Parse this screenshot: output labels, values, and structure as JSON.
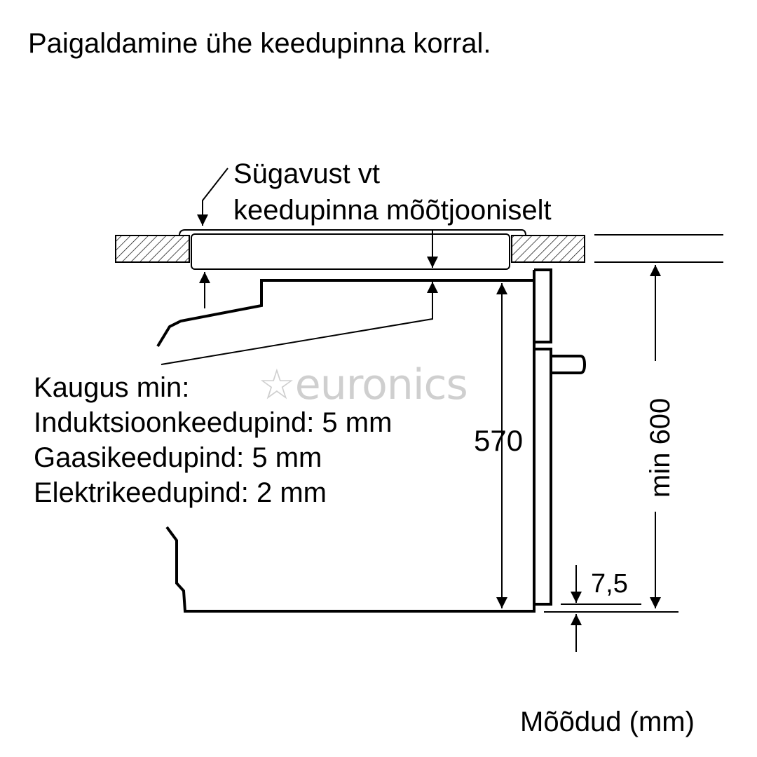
{
  "title": "Paigaldamine ühe keedupinna korral.",
  "labels": {
    "depth_note_line1": "Sügavust vt",
    "depth_note_line2": "keedupinna mõõtjooniselt",
    "distance_heading": "Kaugus min:",
    "distance_induction": "Induktsioonkeedupind: 5 mm",
    "distance_gas": "Gaasikeedupind: 5 mm",
    "distance_electric": "Elektrikeedupind: 2 mm",
    "units": "Mõõdud (mm)"
  },
  "dimensions": {
    "oven_height": "570",
    "niche_height": "min 600",
    "bottom_gap": "7,5"
  },
  "watermark": {
    "icon": "star-icon",
    "text": "euronics",
    "color": "#cfcfcf"
  },
  "colors": {
    "line": "#000000",
    "background": "#ffffff"
  }
}
